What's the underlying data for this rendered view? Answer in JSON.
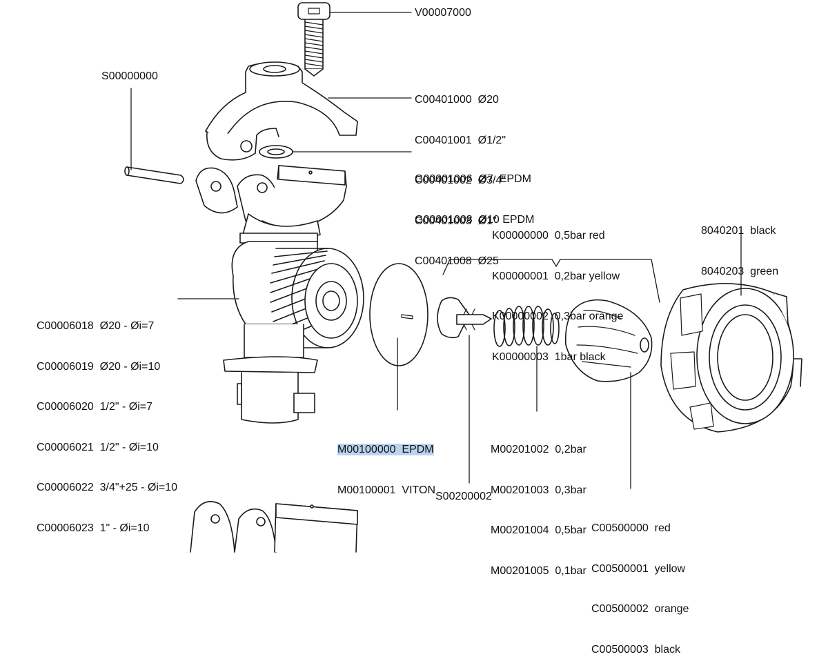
{
  "colors": {
    "line": "#1a1a1a",
    "highlight": "#b9d3f0"
  },
  "labels": {
    "screw": "V00007000",
    "pin": "S00000000",
    "clamp": [
      "C00401000  Ø20",
      "C00401001  Ø1/2\"",
      "C00401002  Ø3/4\"",
      "C00401003  Ø1\"",
      "C00401008  Ø25"
    ],
    "gasket": [
      "G00001006  Ø7  EPDM",
      "G00001008  Ø10 EPDM"
    ],
    "kits": [
      "K00000000  0,5bar red",
      "K00000001  0,2bar yellow",
      "K00000002  0,3bar orange",
      "K00000003  1bar black"
    ],
    "nut": [
      "8040201  black",
      "8040203  green"
    ],
    "body": [
      "C00006018  Ø20 - Øi=7",
      "C00006019  Ø20 - Øi=10",
      "C00006020  1/2\" - Øi=7",
      "C00006021  1/2\" - Øi=10",
      "C00006022  3/4\"+25 - Øi=10",
      "C00006023  1\" - Øi=10"
    ],
    "membrane": [
      "M00100000  EPDM",
      "M00100001  VITON"
    ],
    "spring": [
      "M00201002  0,2bar",
      "M00201003  0,3bar",
      "M00201004  0,5bar",
      "M00201005  0,1bar"
    ],
    "piston": "S00200002",
    "cap": [
      "C00500000  red",
      "C00500001  yellow",
      "C00500002  orange",
      "C00500003  black"
    ]
  }
}
